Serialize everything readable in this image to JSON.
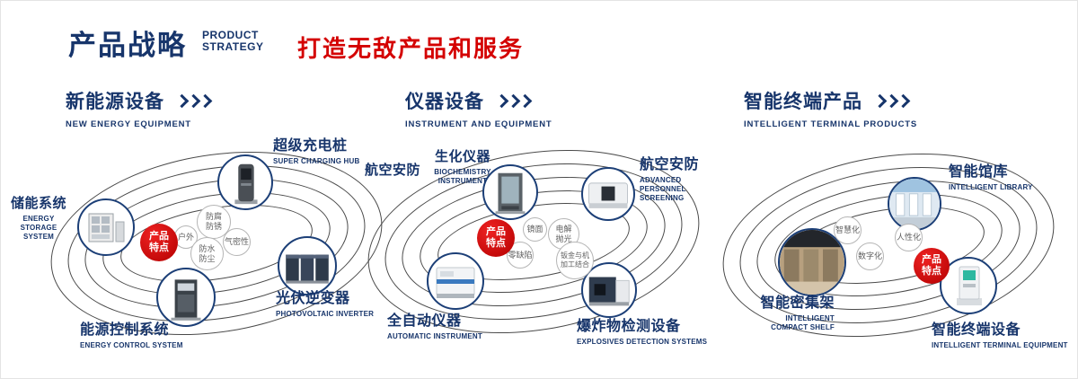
{
  "header": {
    "title": "产品战略",
    "subtitle": [
      "PRODUCT",
      "STRATEGY"
    ],
    "slogan": "打造无敌产品和服务"
  },
  "sections": [
    {
      "heading": "新能源设备",
      "heading_en": "NEW ENERGY EQUIPMENT",
      "badge": "产品特点",
      "products": [
        {
          "name": "超级充电桩",
          "name_en": "SUPER CHARGING HUB"
        },
        {
          "name": "储能系统",
          "name_en": "ENERGY STORAGE SYSTEM"
        },
        {
          "name": "光伏逆变器",
          "name_en": "PHOTOVOLTAIC INVERTER"
        },
        {
          "name": "能源控制系统",
          "name_en": "ENERGY CONTROL SYSTEM"
        }
      ],
      "features": [
        "防腐防锈",
        "户外",
        "气密性",
        "防水防尘"
      ]
    },
    {
      "heading": "仪器设备",
      "heading_en": "INSTRUMENT AND EQUIPMENT",
      "badge": "产品特点",
      "side_label": "航空安防",
      "products": [
        {
          "name": "生化仪器",
          "name_en": "BIOCHEMISTRY INSTRUMENT"
        },
        {
          "name": "航空安防",
          "name_en": "ADVANCED PERSONNEL SCREENING"
        },
        {
          "name": "全自动仪器",
          "name_en": "AUTOMATIC INSTRUMENT"
        },
        {
          "name": "爆炸物检测设备",
          "name_en": "EXPLOSIVES DETECTION SYSTEMS"
        }
      ],
      "features": [
        "镜面",
        "电解抛光",
        "零缺陷",
        "钣金与机加工结合"
      ]
    },
    {
      "heading": "智能终端产品",
      "heading_en": "INTELLIGENT TERMINAL PRODUCTS",
      "badge": "产品特点",
      "products": [
        {
          "name": "智能馆库",
          "name_en": "INTELLIGENT LIBRARY"
        },
        {
          "name": "智能密集架",
          "name_en": "INTELLIGENT COMPACT SHELF"
        },
        {
          "name": "智能终端设备",
          "name_en": "INTELLIGENT TERMINAL EQUIPMENT"
        }
      ],
      "features": [
        "智慧化",
        "人性化",
        "数字化"
      ]
    }
  ],
  "colors": {
    "navy": "#17356b",
    "red": "#d40000"
  }
}
